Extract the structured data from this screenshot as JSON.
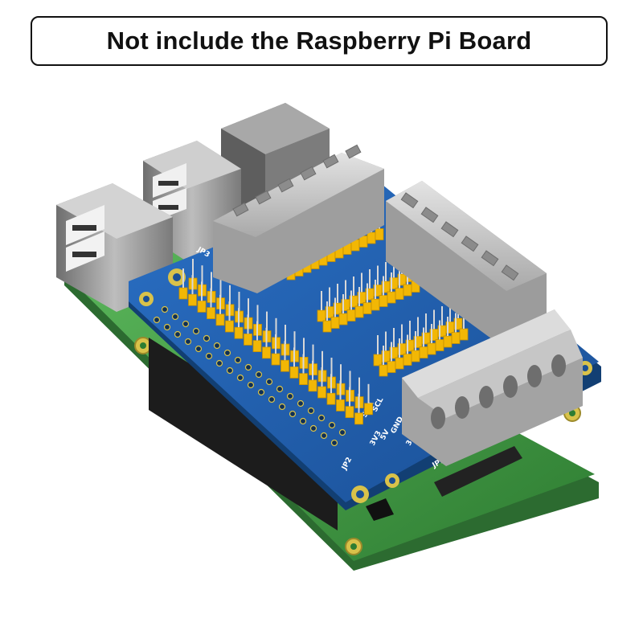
{
  "notice": {
    "text": "Not include the Raspberry Pi Board"
  },
  "photo": {
    "board_labels": [
      "3V3",
      "5V",
      "GND",
      "SDA",
      "SCL",
      "3.3V",
      "5V",
      "JP1",
      "JP2",
      "JP3"
    ],
    "colors": {
      "raspberry_pi_pcb": "#3e9a45",
      "hat_pcb": "#1f5fb0",
      "pin_headers": "#f2b705",
      "terminal_blocks": "#c9c9c9",
      "usb_ports": "#8d8d8d",
      "pad_ring": "#d9c24a"
    }
  }
}
